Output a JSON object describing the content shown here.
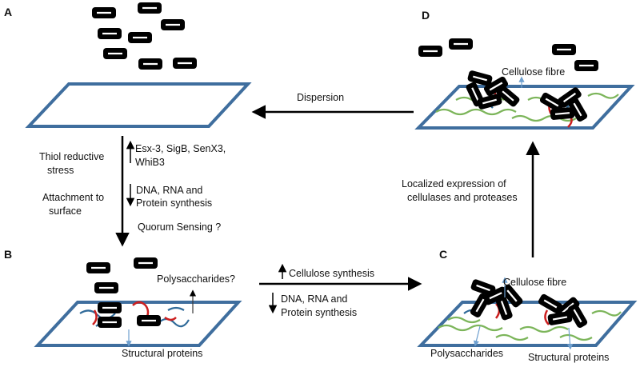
{
  "panels": {
    "a": "A",
    "b": "B",
    "c": "C",
    "d": "D"
  },
  "arrows": {
    "dispersion": "Dispersion",
    "thiol_stress": [
      "Thiol reductive",
      "stress"
    ],
    "attachment": [
      "Attachment to",
      "surface"
    ],
    "up_genes": [
      "Esx-3, SigB, SenX3,",
      "WhiB3"
    ],
    "down_synthesis_1": [
      "DNA, RNA and",
      "Protein synthesis"
    ],
    "quorum": "Quorum Sensing ?",
    "cellulose_synthesis": "Cellulose synthesis",
    "down_synthesis_2": [
      "DNA, RNA and",
      "Protein synthesis"
    ],
    "localized_expression": [
      "Localized expression of",
      "cellulases and proteases"
    ]
  },
  "labels": {
    "b_polysaccharides": "Polysaccharides?",
    "b_structural": "Structural proteins",
    "c_cellulose": "Cellulose fibre",
    "c_polysaccharides": "Polysaccharides",
    "c_structural": "Structural proteins",
    "d_cellulose": "Cellulose fibre"
  },
  "colors": {
    "surface_outline": "#3f6e9e",
    "cell": "#000000",
    "polysaccharide": "#2f6a99",
    "protein": "#cc1f1f",
    "cellulose": "#7cb55a",
    "arrow": "#000000",
    "label_arrow": "#6fa0cf"
  }
}
